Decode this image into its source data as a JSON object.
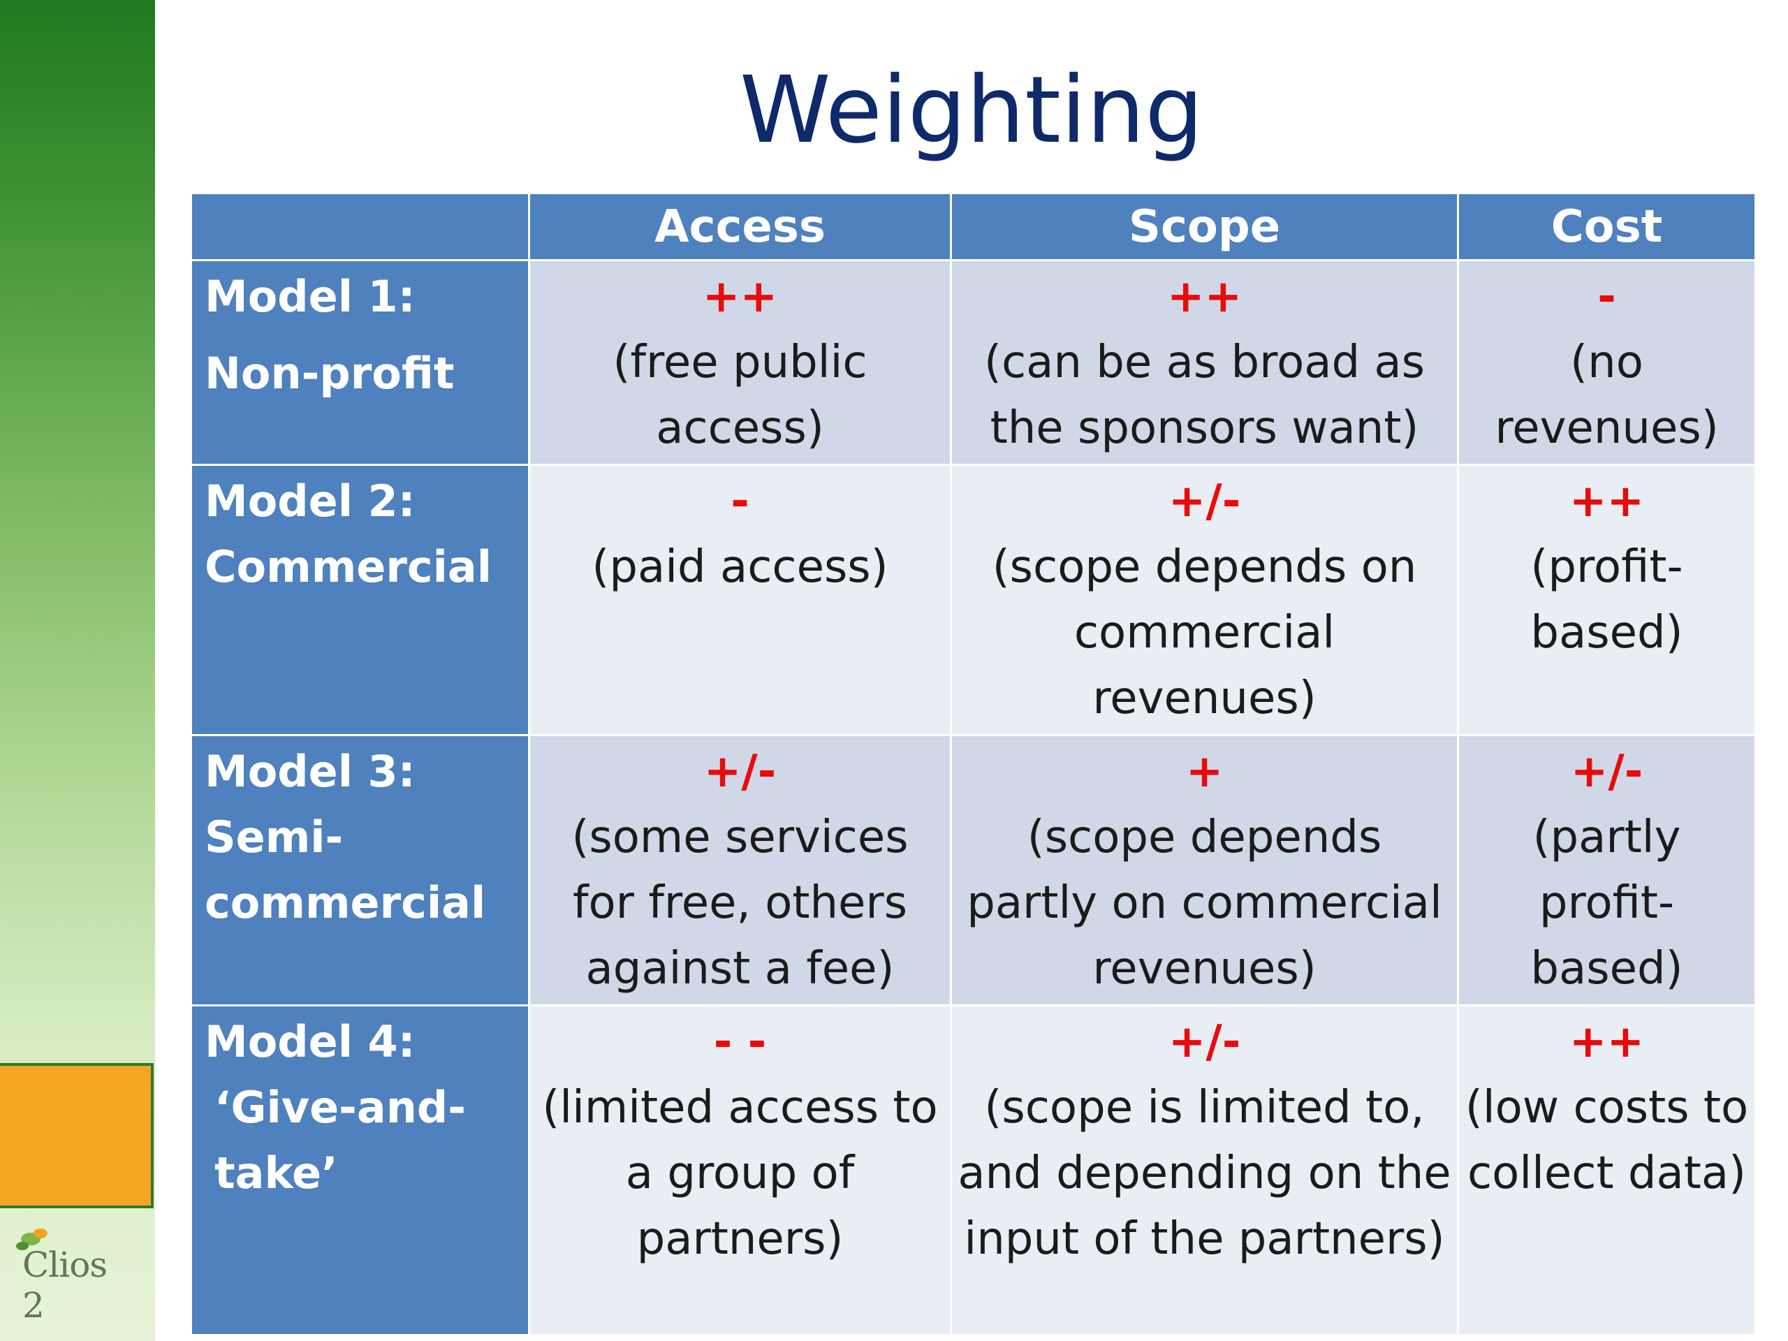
{
  "title": "Weighting",
  "logo": {
    "text": "Clios 2"
  },
  "columns": [
    "",
    "Access",
    "Scope",
    "Cost"
  ],
  "rows": [
    {
      "head_line1": "Model 1:",
      "head_line2": "Non-profit",
      "cells": [
        {
          "rating": "++",
          "text": "(free public access)"
        },
        {
          "rating": "++",
          "text": "(can be as broad as the sponsors want)"
        },
        {
          "rating": "-",
          "text": "(no revenues)"
        }
      ]
    },
    {
      "head_line1": "Model 2:",
      "head_line2": "Commercial",
      "cells": [
        {
          "rating": "-",
          "text": "(paid access)"
        },
        {
          "rating": "+/-",
          "text": "(scope depends on commercial revenues)"
        },
        {
          "rating": "++",
          "text": "(profit-based)"
        }
      ]
    },
    {
      "head_line1": "Model 3:",
      "head_line2": "Semi-commercial",
      "cells": [
        {
          "rating": "+/-",
          "text": "(some services for free, others against a fee)"
        },
        {
          "rating": "+",
          "text": "(scope depends partly on commercial revenues)"
        },
        {
          "rating": "+/-",
          "text": "(partly profit-based)"
        }
      ]
    },
    {
      "head_line1": "Model 4:",
      "head_line2": "‘Give-and-take’",
      "cells": [
        {
          "rating": "- -",
          "text": "(limited access to a group of partners)"
        },
        {
          "rating": "+/-",
          "text": "(scope is limited to, and depending on the input of the partners)"
        },
        {
          "rating": "++",
          "text": "(low costs to collect data)"
        }
      ]
    }
  ]
}
